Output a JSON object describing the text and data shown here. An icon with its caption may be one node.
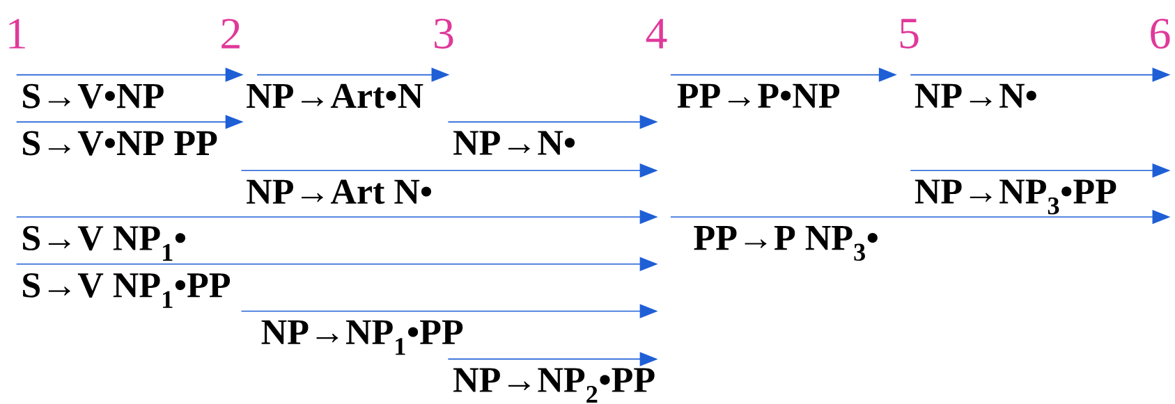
{
  "diagram": {
    "labels": [
      "1",
      "2",
      "3",
      "4",
      "5",
      "6",
      "S→V•NP",
      "NP→Art•N",
      "PP→P•NP",
      "NP→N•",
      "S→V•NP PP",
      "NP→N•",
      "NP→Art N•",
      "NP→NP$_{3}$•PP",
      "S→V NP$_{1}$•",
      "PP→P NP$_{3}$•",
      "S→V NP$_{1}$•PP",
      "NP→NP$_{1}$•PP",
      "NP→NP$_{2}$•PP"
    ]
  }
}
